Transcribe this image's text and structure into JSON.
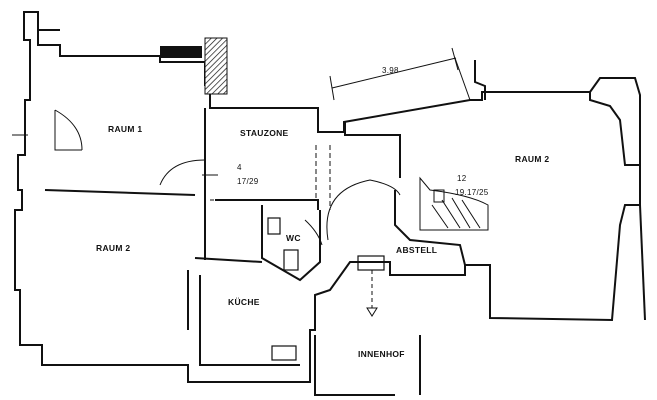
{
  "labels": {
    "raum1": "RAUM 1",
    "raum2_left": "RAUM 2",
    "raum2_right": "RAUM 2",
    "stauzone": "STAUZONE",
    "wc": "WC",
    "kueche": "KÜCHE",
    "abstell": "ABSTELL",
    "innenhof": "INNENHOF",
    "dimension": "3.98"
  },
  "annotations": {
    "stair_left_num": "4",
    "stair_left_ratio": "17/29",
    "stair_right_num": "12",
    "stair_right_ratio": "19.17/25"
  }
}
